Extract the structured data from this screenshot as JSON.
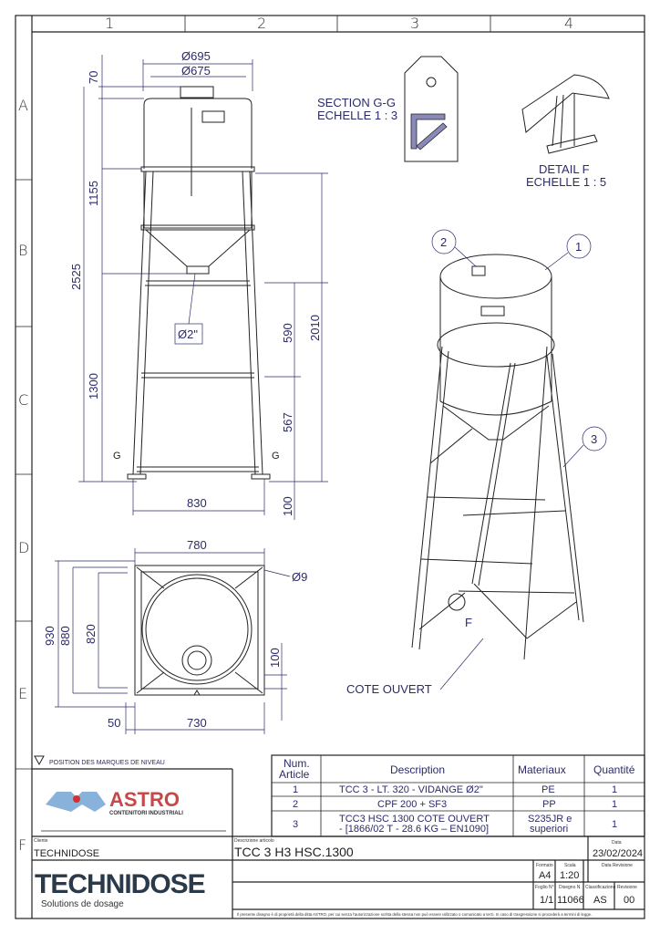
{
  "zones": {
    "columns": [
      "1",
      "2",
      "3",
      "4"
    ],
    "rows": [
      "A",
      "B",
      "C",
      "D",
      "E",
      "F"
    ]
  },
  "front_view": {
    "dims": {
      "d695": "Ø695",
      "d675": "Ø675",
      "h70": "70",
      "h1155": "1155",
      "h2525": "2525",
      "h1300": "1300",
      "h590": "590",
      "h2010": "2010",
      "h567": "567",
      "h100": "100",
      "w830": "830",
      "drain": "Ø2\""
    },
    "section_marks": [
      "G",
      "G"
    ]
  },
  "top_view": {
    "dims": {
      "w780": "780",
      "h930": "930",
      "h880": "880",
      "h820": "820",
      "h100": "100",
      "w50": "50",
      "w730": "730",
      "hole": "Ø9"
    }
  },
  "section_gg": {
    "title": "SECTION G-G",
    "scale": "ECHELLE 1 : 3"
  },
  "detail_f": {
    "title": "DETAIL  F",
    "scale": "ECHELLE 1 : 5"
  },
  "iso_view": {
    "balloons": [
      "1",
      "2",
      "3"
    ],
    "detail_label": "F",
    "note": "COTE OUVERT"
  },
  "level_marks": "POSITION DES MARQUES DE NIVEAU",
  "bom": {
    "headers": {
      "num1": "Num.",
      "num2": "Article",
      "description": "Description",
      "material": "Materiaux",
      "qty": "Quantité"
    },
    "rows": [
      {
        "num": "1",
        "desc1": "TCC 3 - LT. 320 - VIDANGE Ø2\"",
        "desc2": "",
        "material1": "PE",
        "material2": "",
        "qty": "1"
      },
      {
        "num": "2",
        "desc1": "CPF 200 + SF3",
        "desc2": "",
        "material1": "PP",
        "material2": "",
        "qty": "1"
      },
      {
        "num": "3",
        "desc1": "TCC3 HSC 1300 COTE OUVERT",
        "desc2": "- [1866/02 T - 28.6 KG – EN1090]",
        "material1": "S235JR e",
        "material2": "superiori",
        "qty": "1"
      }
    ]
  },
  "logos": {
    "astro": "ASTRO",
    "astro_sub": "CONTENITORI INDUSTRIALI",
    "technidose": "TECHNIDOSE",
    "technidose_sub": "Solutions de dosage"
  },
  "title_block": {
    "client_label": "Cliente",
    "client": "TECHNIDOSE",
    "desc_label": "Descrizione articolo",
    "desc": "TCC 3 H3 HSC.1300",
    "date_label": "Data",
    "date": "23/02/2024",
    "format_label": "Formato",
    "format": "A4",
    "scale_label": "Scala",
    "scale": "1:20",
    "rev_date_label": "Data Revisione",
    "sheet_label": "Foglio N°",
    "sheet": "1/1",
    "drawing_label": "Disegno N.",
    "drawing": "11066",
    "class_label": "Classificazione",
    "class": "AS",
    "rev_label": "Revisione",
    "rev": "00",
    "disclaimer": "Il presente disegno è di proprietà della ditta ASTRO, per cui senza l'autorizzazione scritta della  stessa non può essere utilizzato o comunicato a terzi. In caso di trasgressione si procederà a termini di legge."
  }
}
